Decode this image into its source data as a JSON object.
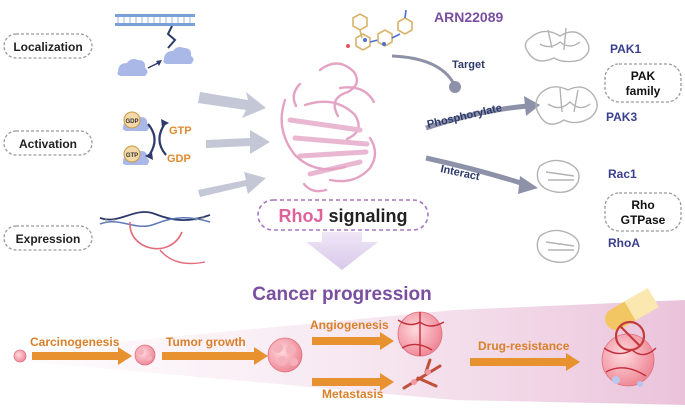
{
  "mechanisms": {
    "localization": "Localization",
    "activation": "Activation",
    "expression": "Expression"
  },
  "activation_cycle": {
    "gtp_label": "GTP",
    "gdp_label": "GDP",
    "gdp_badge": "GDP",
    "gtp_badge": "GTP"
  },
  "center": {
    "rhoj": "RhoJ",
    "signaling": " signaling",
    "cancer_progression": "Cancer progression"
  },
  "drug": {
    "name": "ARN22089"
  },
  "actions": {
    "target": "Target",
    "phosphorylate": "Phosphorylate",
    "interact": "Interact"
  },
  "effectors": {
    "pak1": "PAK1",
    "pak3": "PAK3",
    "pak_family_line1": "PAK",
    "pak_family_line2": "family",
    "rac1": "Rac1",
    "rhoa": "RhoA",
    "rho_gtpase_line1": "Rho",
    "rho_gtpase_line2": "GTPase"
  },
  "stages": {
    "carcinogenesis": "Carcinogenesis",
    "tumor_growth": "Tumor growth",
    "angiogenesis": "Angiogenesis",
    "metastasis": "Metastasis",
    "drug_resistance": "Drug-resistance"
  },
  "colors": {
    "purple": "#7a4fa0",
    "pink": "#e0629a",
    "orange": "#e08a2e",
    "grey_arrow": "#8d92a8",
    "navy": "#2d3a6b",
    "cloud": "#a9b8e6"
  }
}
